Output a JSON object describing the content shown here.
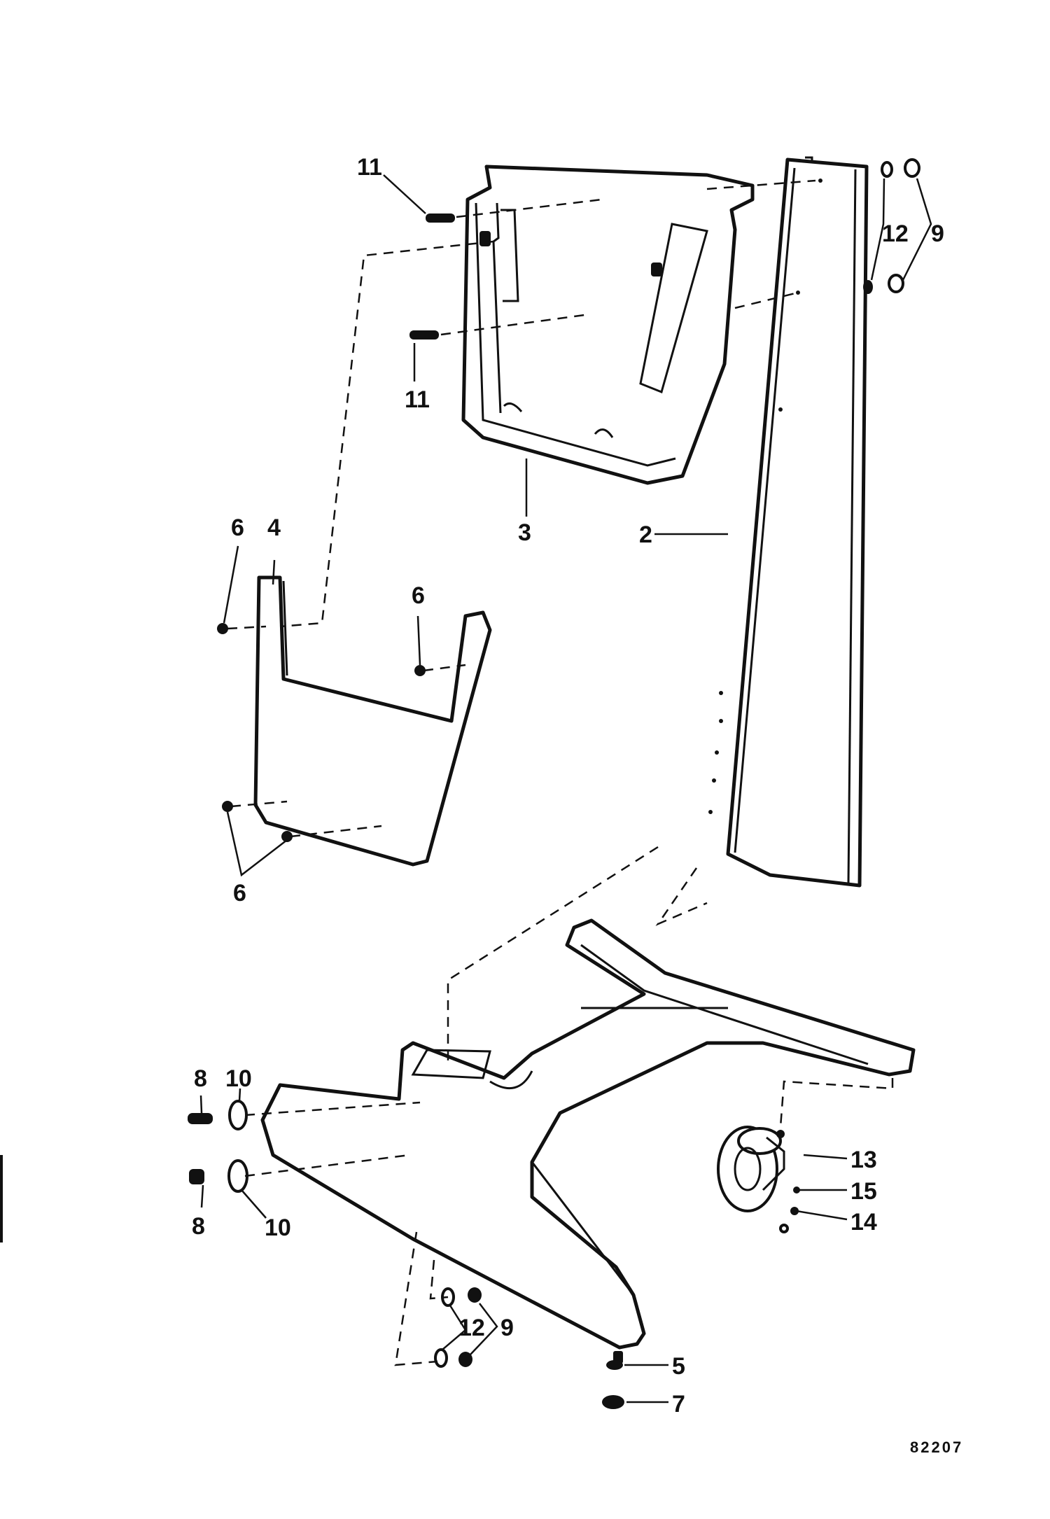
{
  "figure_number": "82207",
  "callouts": {
    "c2": "2",
    "c3": "3",
    "c4": "4",
    "c5": "5",
    "c6a": "6",
    "c6b": "6",
    "c6c": "6",
    "c7": "7",
    "c8a": "8",
    "c8b": "8",
    "c9a": "9",
    "c9b": "9",
    "c10a": "10",
    "c10b": "10",
    "c11a": "11",
    "c11b": "11",
    "c12a": "12",
    "c12b": "12",
    "c13": "13",
    "c14": "14",
    "c15": "15"
  }
}
